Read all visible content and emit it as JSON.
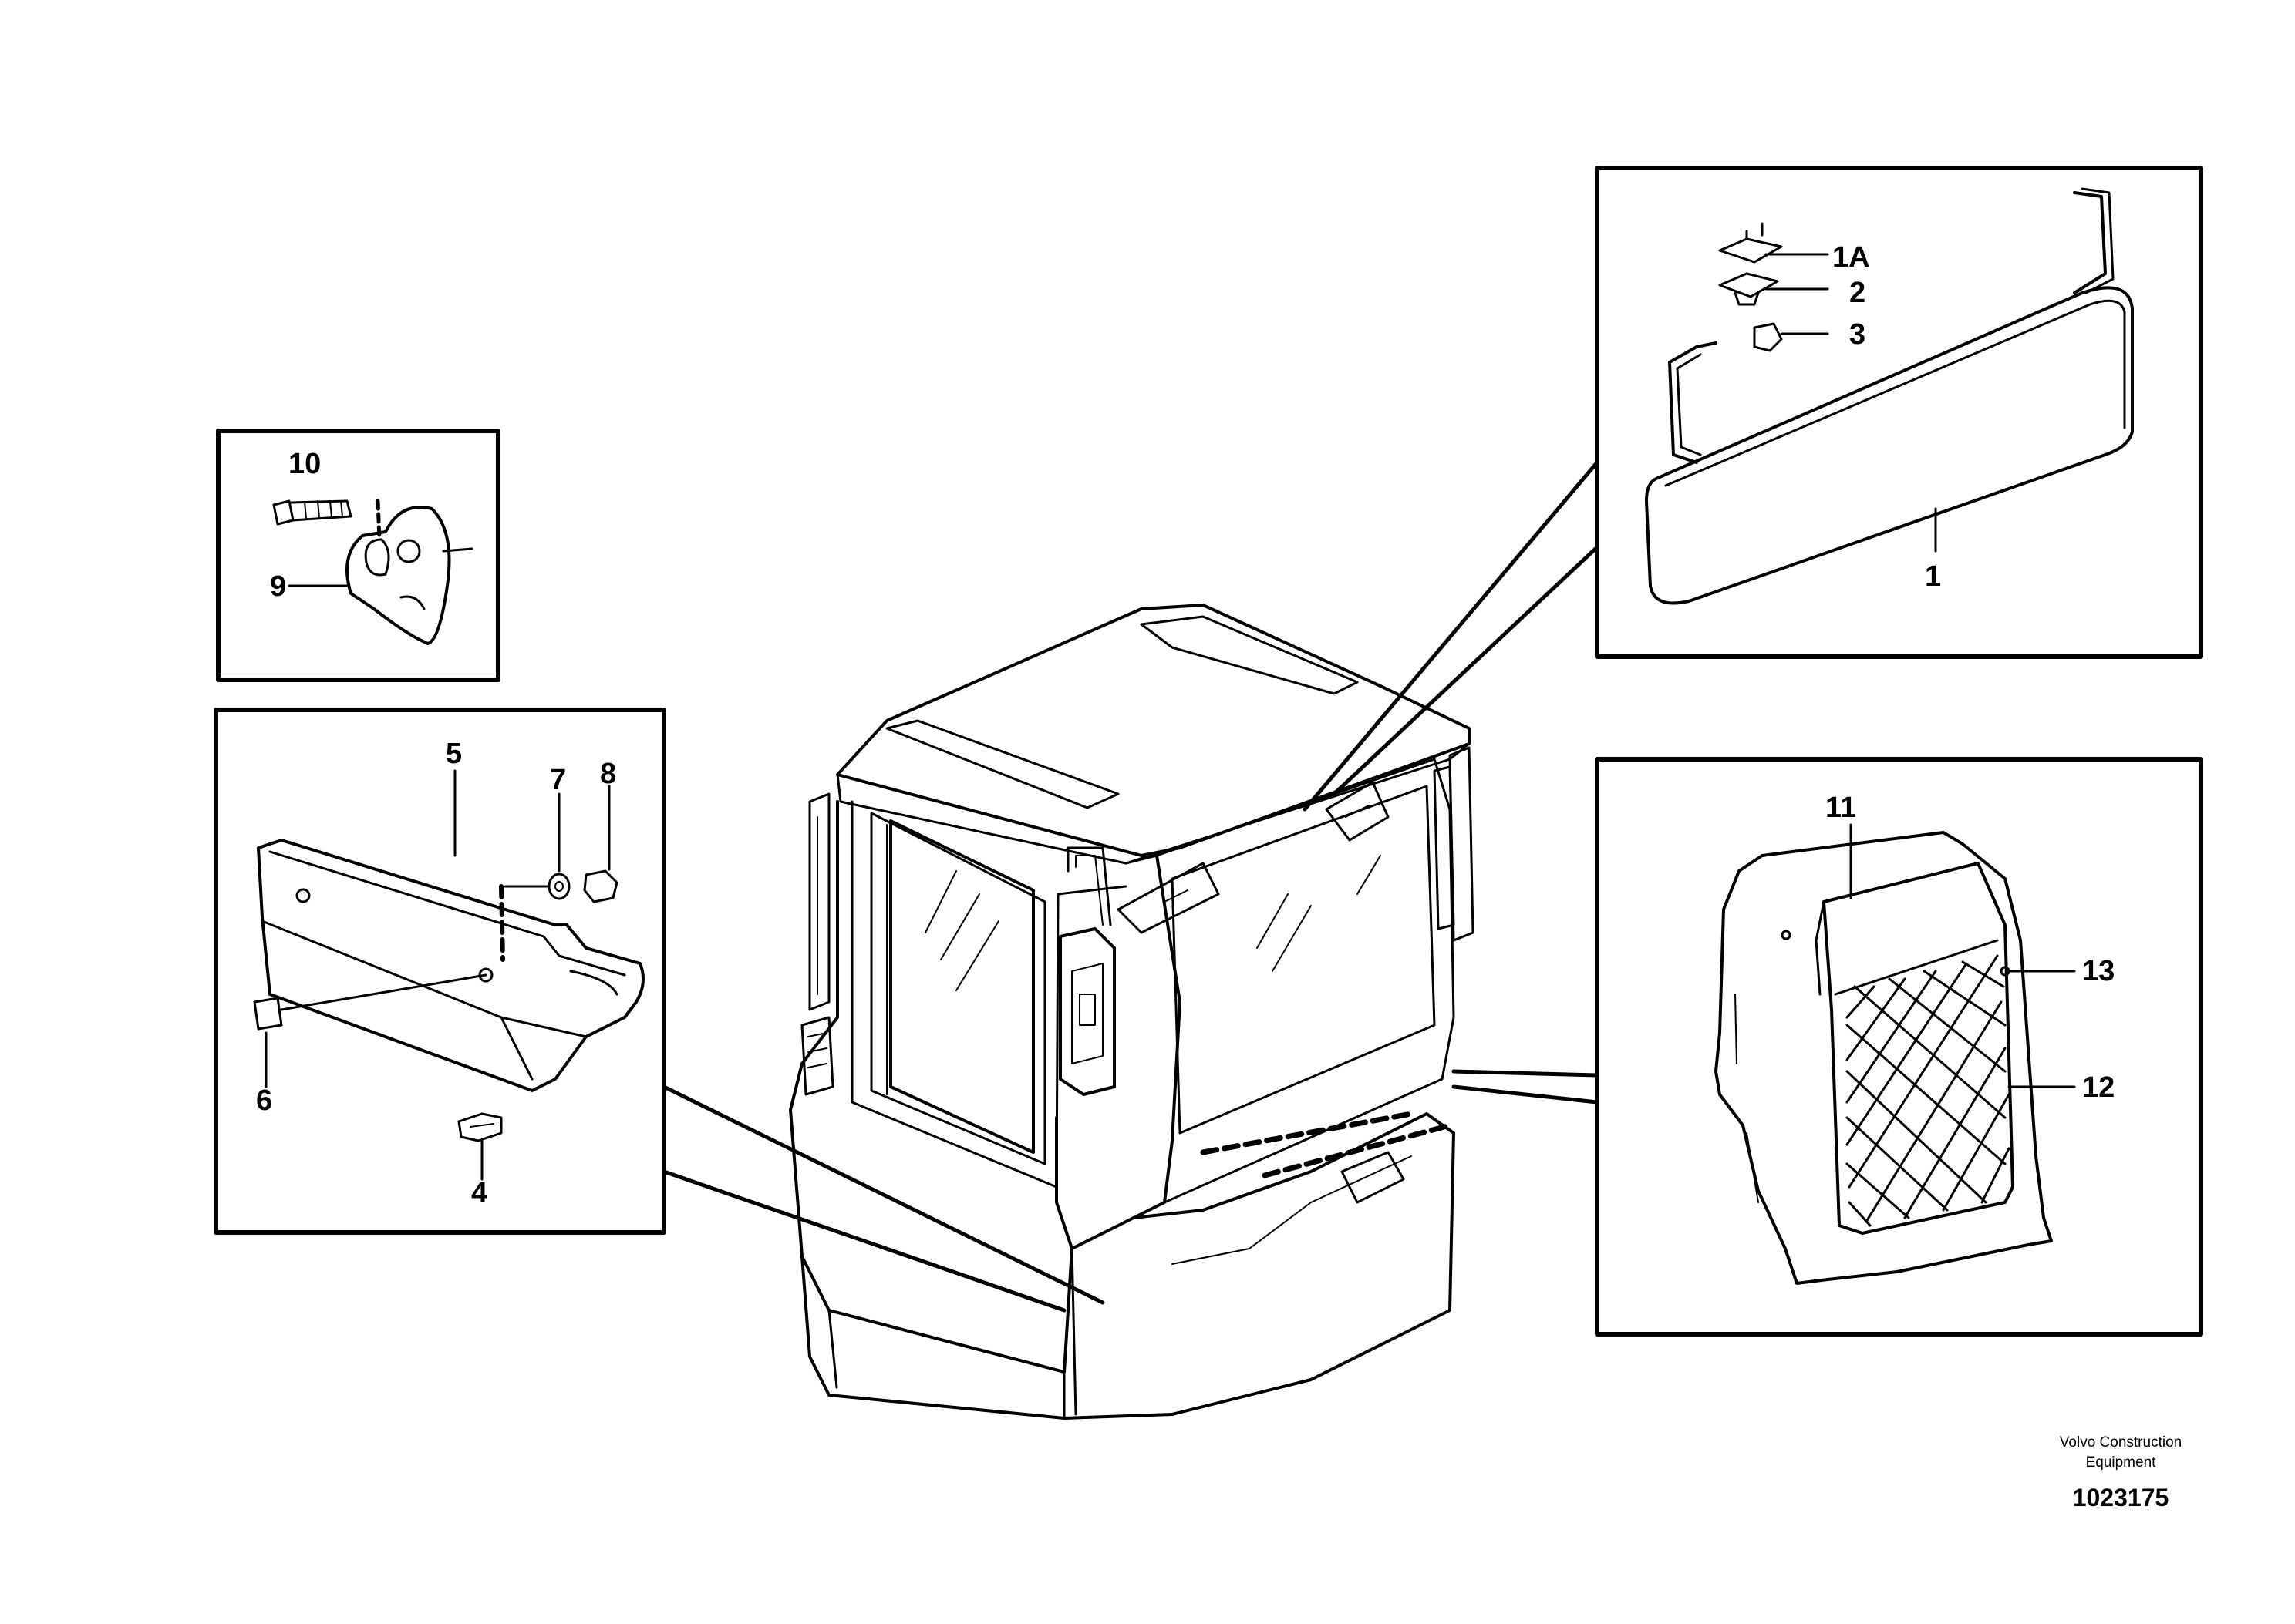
{
  "callouts": {
    "c1": "1",
    "c1a": "1A",
    "c2": "2",
    "c3": "3",
    "c4": "4",
    "c5": "5",
    "c6": "6",
    "c7": "7",
    "c8": "8",
    "c9": "9",
    "c10": "10",
    "c11": "11",
    "c12": "12",
    "c13": "13"
  },
  "footer": {
    "company_line1": "Volvo Construction",
    "company_line2": "Equipment",
    "document_number": "1023175"
  }
}
